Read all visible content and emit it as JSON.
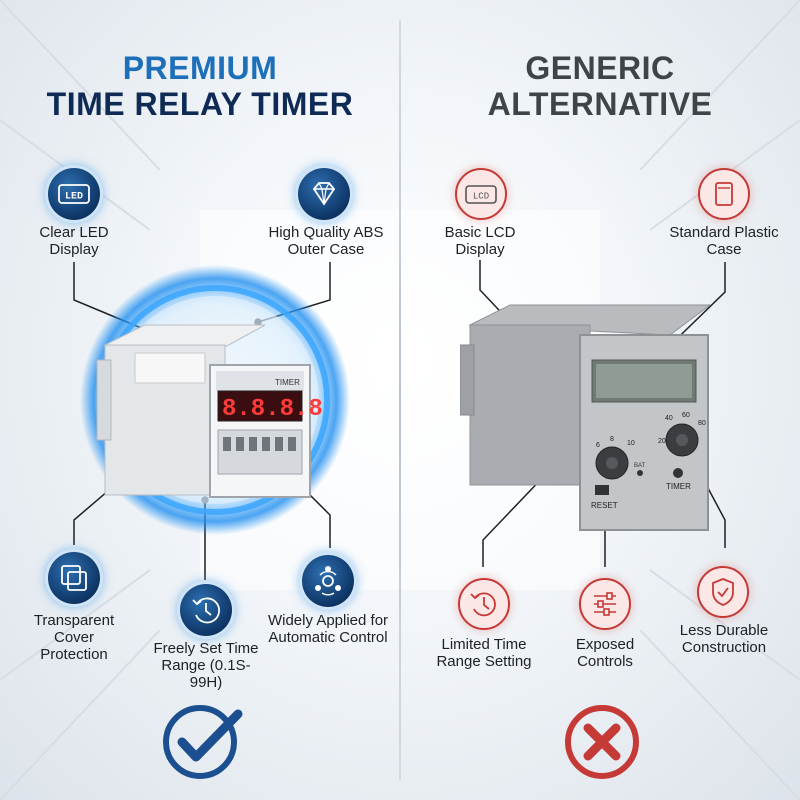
{
  "premium": {
    "title_line1": "PREMIUM",
    "title_line2": "TIME RELAY TIMER",
    "features": {
      "led": "Clear LED Display",
      "abs": "High Quality ABS Outer Case",
      "cover": "Transparent Cover Protection",
      "time": "Freely Set Time Range (0.1S-99H)",
      "applied": "Widely Applied for Automatic Control"
    },
    "device": {
      "display_digits": "8.8.8.8",
      "panel_label": "TIMER",
      "led_icon_text": "LED"
    }
  },
  "generic": {
    "title_line1": "GENERIC",
    "title_line2": "ALTERNATIVE",
    "features": {
      "lcd": "Basic LCD Display",
      "plastic": "Standard Plastic Case",
      "limited": "Limited Time Range Setting",
      "exposed": "Exposed Controls",
      "durable": "Less Durable Construction"
    },
    "device": {
      "reset_label": "RESET",
      "timer_label": "TIMER",
      "bat_label": "BAT",
      "lcd_icon_text": "LCD",
      "dial_left_ticks": [
        "6",
        "8",
        "10"
      ],
      "dial_right_ticks": [
        "40",
        "60",
        "20",
        "80"
      ]
    }
  },
  "colors": {
    "premium_blue": "#1c6fb8",
    "premium_navy": "#0f2b55",
    "generic_gray": "#3f4449",
    "negative_red": "#c53a37"
  },
  "icons": {
    "left": [
      "led-icon",
      "diamond-icon",
      "layers-icon",
      "clock-icon",
      "automation-icon",
      "check-mark-icon"
    ],
    "right": [
      "lcd-icon",
      "plastic-case-icon",
      "time-history-icon",
      "sliders-icon",
      "shield-check-icon",
      "x-mark-icon"
    ]
  }
}
